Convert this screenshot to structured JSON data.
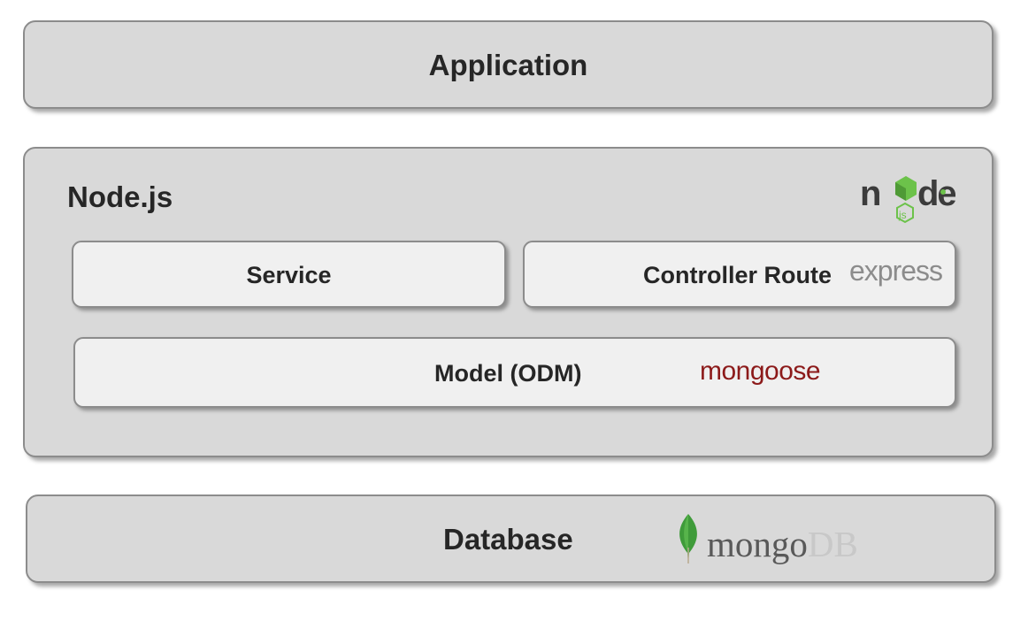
{
  "application": {
    "label": "Application"
  },
  "nodejs": {
    "title": "Node.js",
    "logo": {
      "icon": "nodejs-logo-icon",
      "wordmark": "node",
      "badge": "js",
      "color": "#3c3c3c",
      "accent": "#6cc24a"
    },
    "service": {
      "label": "Service"
    },
    "controller": {
      "label": "Controller Route",
      "logo_text": "express"
    },
    "model": {
      "label": "Model (ODM)",
      "logo_text": "mongoose",
      "logo_color": "#8c1a1a"
    }
  },
  "database": {
    "label": "Database",
    "logo": {
      "icon": "mongodb-leaf-icon",
      "text_main": "mongo",
      "text_suffix": "DB",
      "leaf_color": "#3f9b3a"
    }
  },
  "colors": {
    "layer_fill": "#d9d9d9",
    "inner_fill": "#f0f0f0",
    "border": "#8c8c8c",
    "text": "#262626"
  }
}
